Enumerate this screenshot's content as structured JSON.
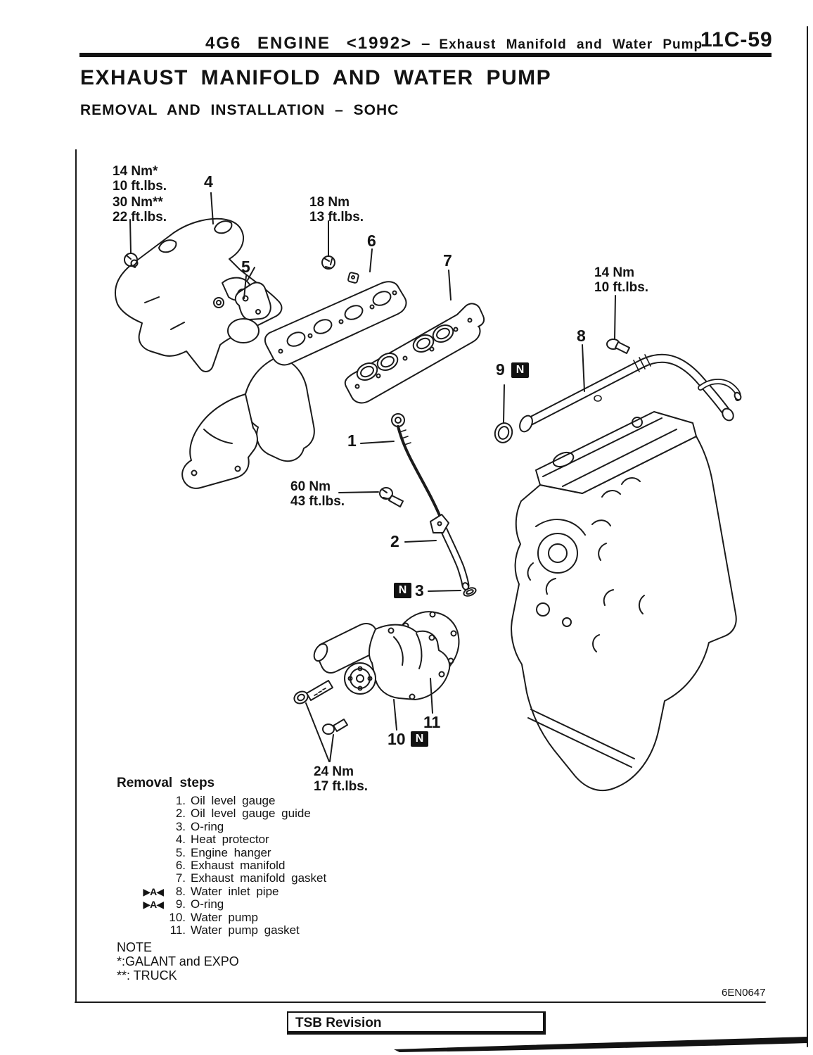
{
  "header": {
    "section": "4G6 ENGINE <1992>",
    "separator": "–",
    "subject": "Exhaust Manifold and Water Pump",
    "page_number": "11C-59"
  },
  "title": "EXHAUST MANIFOLD AND WATER PUMP",
  "subtitle": "REMOVAL AND INSTALLATION – SOHC",
  "figure": {
    "torque_labels": [
      {
        "nm": "14 Nm*",
        "ft": "10 ft.lbs."
      },
      {
        "nm": "30 Nm**",
        "ft": "22 ft.lbs."
      },
      {
        "nm": "18 Nm",
        "ft": "13 ft.lbs."
      },
      {
        "nm": "14 Nm",
        "ft": "10 ft.lbs."
      },
      {
        "nm": "60 Nm",
        "ft": "43 ft.lbs."
      },
      {
        "nm": "24 Nm",
        "ft": "17 ft.lbs."
      }
    ],
    "callouts": {
      "c1": "1",
      "c2": "2",
      "c3": "3",
      "c4": "4",
      "c5": "5",
      "c6": "6",
      "c7": "7",
      "c8": "8",
      "c9": "9",
      "c10": "10",
      "c11": "11"
    },
    "n_marker": "N",
    "figure_code": "6EN0647"
  },
  "removal": {
    "heading": "Removal steps",
    "steps": [
      {
        "marker": "",
        "num": "1.",
        "label": "Oil level gauge"
      },
      {
        "marker": "",
        "num": "2.",
        "label": "Oil level gauge guide"
      },
      {
        "marker": "",
        "num": "3.",
        "label": "O-ring"
      },
      {
        "marker": "",
        "num": "4.",
        "label": "Heat protector"
      },
      {
        "marker": "",
        "num": "5.",
        "label": "Engine hanger"
      },
      {
        "marker": "",
        "num": "6.",
        "label": "Exhaust manifold"
      },
      {
        "marker": "",
        "num": "7.",
        "label": "Exhaust manifold gasket"
      },
      {
        "marker": "▶A◀",
        "num": "8.",
        "label": "Water inlet pipe"
      },
      {
        "marker": "▶A◀",
        "num": "9.",
        "label": "O-ring"
      },
      {
        "marker": "",
        "num": "10.",
        "label": "Water pump"
      },
      {
        "marker": "",
        "num": "11.",
        "label": "Water pump gasket"
      }
    ]
  },
  "note": {
    "heading": "NOTE",
    "line1": "*:GALANT and EXPO",
    "line2": "**: TRUCK"
  },
  "footer": {
    "tsb_label": "TSB Revision"
  }
}
